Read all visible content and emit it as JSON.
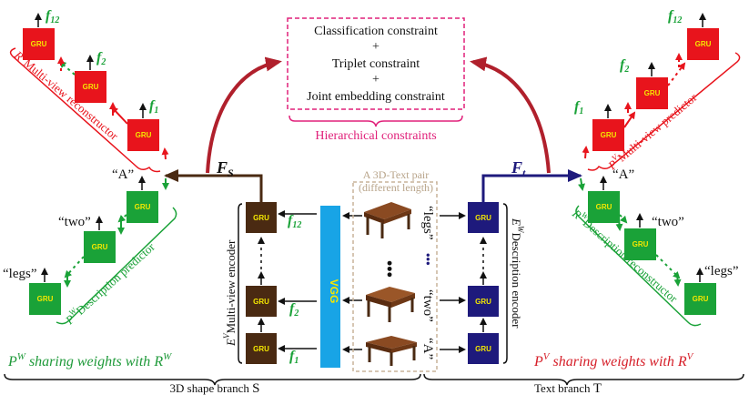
{
  "constraints": {
    "lines": [
      "Classification constraint",
      "+",
      "Triplet constraint",
      "+",
      "Joint embedding constraint"
    ],
    "caption": "Hierarchical constraints"
  },
  "gru_label": "GRU",
  "vgg_label": "VGG",
  "features": {
    "f_shape": "F",
    "f_shape_sub": "S",
    "f_text": "F",
    "f_text_sub": "t",
    "f1": "f",
    "f1_sub": "1",
    "f2": "f",
    "f2_sub": "2",
    "f12": "f",
    "f12_sub": "12"
  },
  "modules": {
    "rv_left": {
      "sym": "R",
      "sup": "V",
      "text": "Multi-view reconstructor"
    },
    "pw_left": {
      "sym": "P",
      "sup": "W",
      "text": "Description predictor"
    },
    "ev": {
      "sym": "E",
      "sup": "V",
      "text": "Multi-view encoder"
    },
    "ew": {
      "sym": "E",
      "sup": "W",
      "text": "Description encoder"
    },
    "pv_right": {
      "sym": "P",
      "sup": "V",
      "text": "Multi-view predictor"
    },
    "rw_right": {
      "sym": "R",
      "sup": "W",
      "text": "Description reconstructor"
    }
  },
  "words": {
    "a": "“A”",
    "two": "“two”",
    "legs": "“legs”",
    "dots": "•••"
  },
  "pair_label": [
    "A 3D-Text pair",
    "(different length)"
  ],
  "sharing": {
    "left": {
      "p": "P",
      "p_sup": "W",
      "mid": " sharing weights with ",
      "r": "R",
      "r_sup": "W"
    },
    "right": {
      "p": "P",
      "p_sup": "V",
      "mid": " sharing weights with ",
      "r": "R",
      "r_sup": "V"
    }
  },
  "branches": {
    "shape": {
      "text": "3D shape branch",
      "letter": "S"
    },
    "text": {
      "text": "Text branch",
      "letter": "T"
    }
  },
  "colors": {
    "red_gru": "#e8141c",
    "green_gru": "#1aa238",
    "brown_gru": "#4a2a12",
    "navy_gru": "#1e1a7c",
    "vgg_blue": "#18a4e6",
    "magenta": "#e0207a",
    "dark_red_arrow": "#b0202c",
    "green_text": "#1f9a3a",
    "red_text": "#d6202a",
    "gru_text": "#f5e800"
  }
}
